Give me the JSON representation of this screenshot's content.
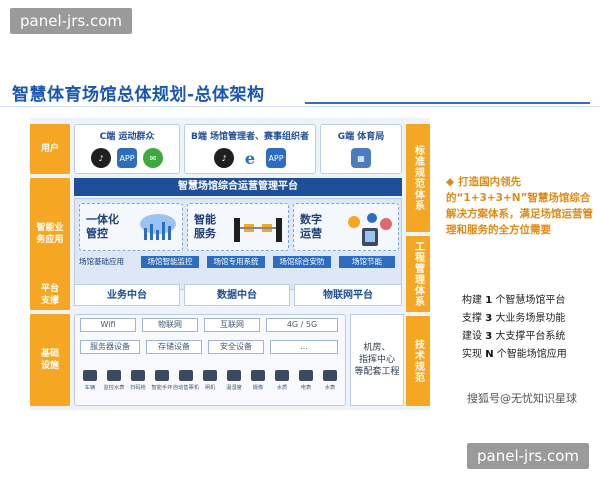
{
  "watermark_top": "panel-jrs.com",
  "watermark_bottom": "panel-jrs.com",
  "title": "智慧体育场馆总体规划-总体架构",
  "left_labels": {
    "user": "用户",
    "smart": "智能业务应用",
    "platform": "平台支撑",
    "base": "基础设施"
  },
  "right_labels": {
    "standard": "标准规范体系",
    "engineering": "工程管理体系",
    "tech": "技术规范"
  },
  "user_cards": {
    "c": "C端 运动群众",
    "b": "B端 场馆管理者、赛事组织者",
    "g": "G端 体育局"
  },
  "icons": {
    "c1": "tiktok-icon",
    "c2": "app-icon",
    "c3": "wechat-icon",
    "b1": "tiktok-icon",
    "b2": "ie-icon",
    "b3": "app-icon",
    "g1": "building-icon",
    "app_text": "APP",
    "e_text": "e"
  },
  "platform_title": "智慧场馆综合运营管理平台",
  "smart_blocks": {
    "a": "一体化\n管控",
    "b": "智能\n服务",
    "c": "数字\n运营"
  },
  "apps": {
    "label": "场馆基础应用",
    "tags": [
      "场馆智能监控",
      "场馆专用系统",
      "场馆综合安防",
      "场馆节能"
    ]
  },
  "midbars": [
    "业务中台",
    "数据中台",
    "物联网平台"
  ],
  "base_row1": [
    "Wifi",
    "物联网",
    "互联网",
    "4G / 5G"
  ],
  "base_row2": [
    "服务器设备",
    "存储设备",
    "安全设备",
    "..."
  ],
  "machine_room": "机房、\n指挥中心\n等配套工程",
  "devices": [
    "车辆",
    "监控水表",
    "扫码枪",
    "智能手环",
    "自动售票机",
    "闸机",
    "温湿度",
    "摄像",
    "水质",
    "电表",
    "水表"
  ],
  "bullet": "打造国内领先的“1+3+3+N”智慧场馆综合解决方案体系，满足场馆运营管理和服务的全方位需要",
  "summary": [
    {
      "pre": "构建",
      "num": "1",
      "post": "个智慧场馆平台"
    },
    {
      "pre": "支撑",
      "num": "3",
      "post": "大业务场景功能"
    },
    {
      "pre": "建设",
      "num": "3",
      "post": "大支撑平台系统"
    },
    {
      "pre": "实现",
      "num": "N",
      "post": "个智能场馆应用"
    }
  ],
  "credit": "搜狐号@无忧知识星球"
}
